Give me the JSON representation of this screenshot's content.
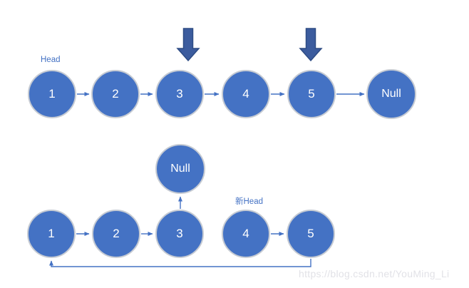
{
  "top_row": {
    "head_label": "Head",
    "nodes": [
      "1",
      "2",
      "3",
      "4",
      "5",
      "Null"
    ],
    "marked_nodes": [
      "3",
      "5"
    ]
  },
  "bottom_row": {
    "new_head_label": "新Head",
    "nodes": [
      "1",
      "2",
      "3",
      "4",
      "5"
    ],
    "null_label": "Null"
  },
  "watermark": "https://blog.csdn.net/YouMing_Li",
  "colors": {
    "node_fill": "#4472C4",
    "node_border": "#C6CBD3",
    "node_text": "#FFFFFF",
    "connector": "#4472C4",
    "block_arrow_fill": "#3C5C9E",
    "block_arrow_stroke": "#2E4C84",
    "label_text": "#4472C4",
    "watermark_text": "#E2E2E7"
  }
}
